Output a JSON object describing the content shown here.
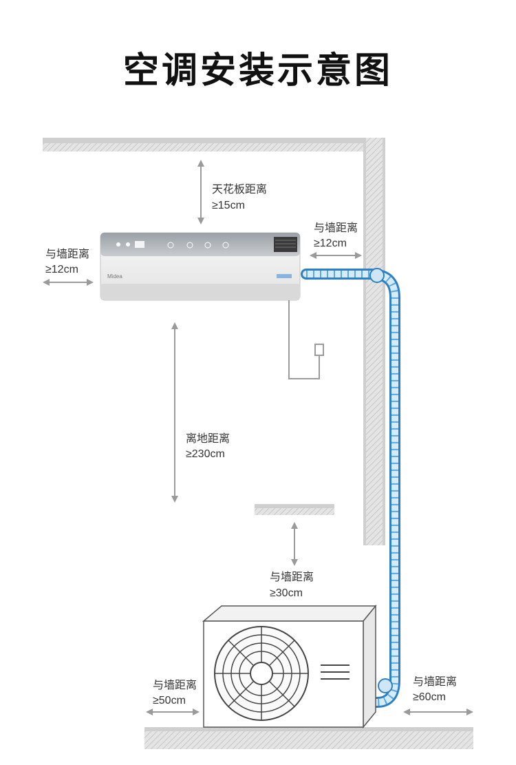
{
  "title": "空调安装示意图",
  "labels": {
    "ceiling": {
      "line1": "天花板距离",
      "line2": "≥15cm"
    },
    "indoor_left_wall": {
      "line1": "与墙距离",
      "line2": "≥12cm"
    },
    "indoor_right_wall": {
      "line1": "与墙距离",
      "line2": "≥12cm"
    },
    "floor": {
      "line1": "离地距离",
      "line2": "≥230cm"
    },
    "outdoor_top_wall": {
      "line1": "与墙距离",
      "line2": "≥30cm"
    },
    "outdoor_left_wall": {
      "line1": "与墙距离",
      "line2": "≥50cm"
    },
    "outdoor_right_wall": {
      "line1": "与墙距离",
      "line2": "≥60cm"
    }
  },
  "indoor_unit": {
    "brand": "Midea"
  },
  "colors": {
    "pipe": "#5aa9e6",
    "pipe_outline": "#2f7fc4",
    "wall": "#cfcfcf",
    "arrow": "#9a9a9a"
  }
}
